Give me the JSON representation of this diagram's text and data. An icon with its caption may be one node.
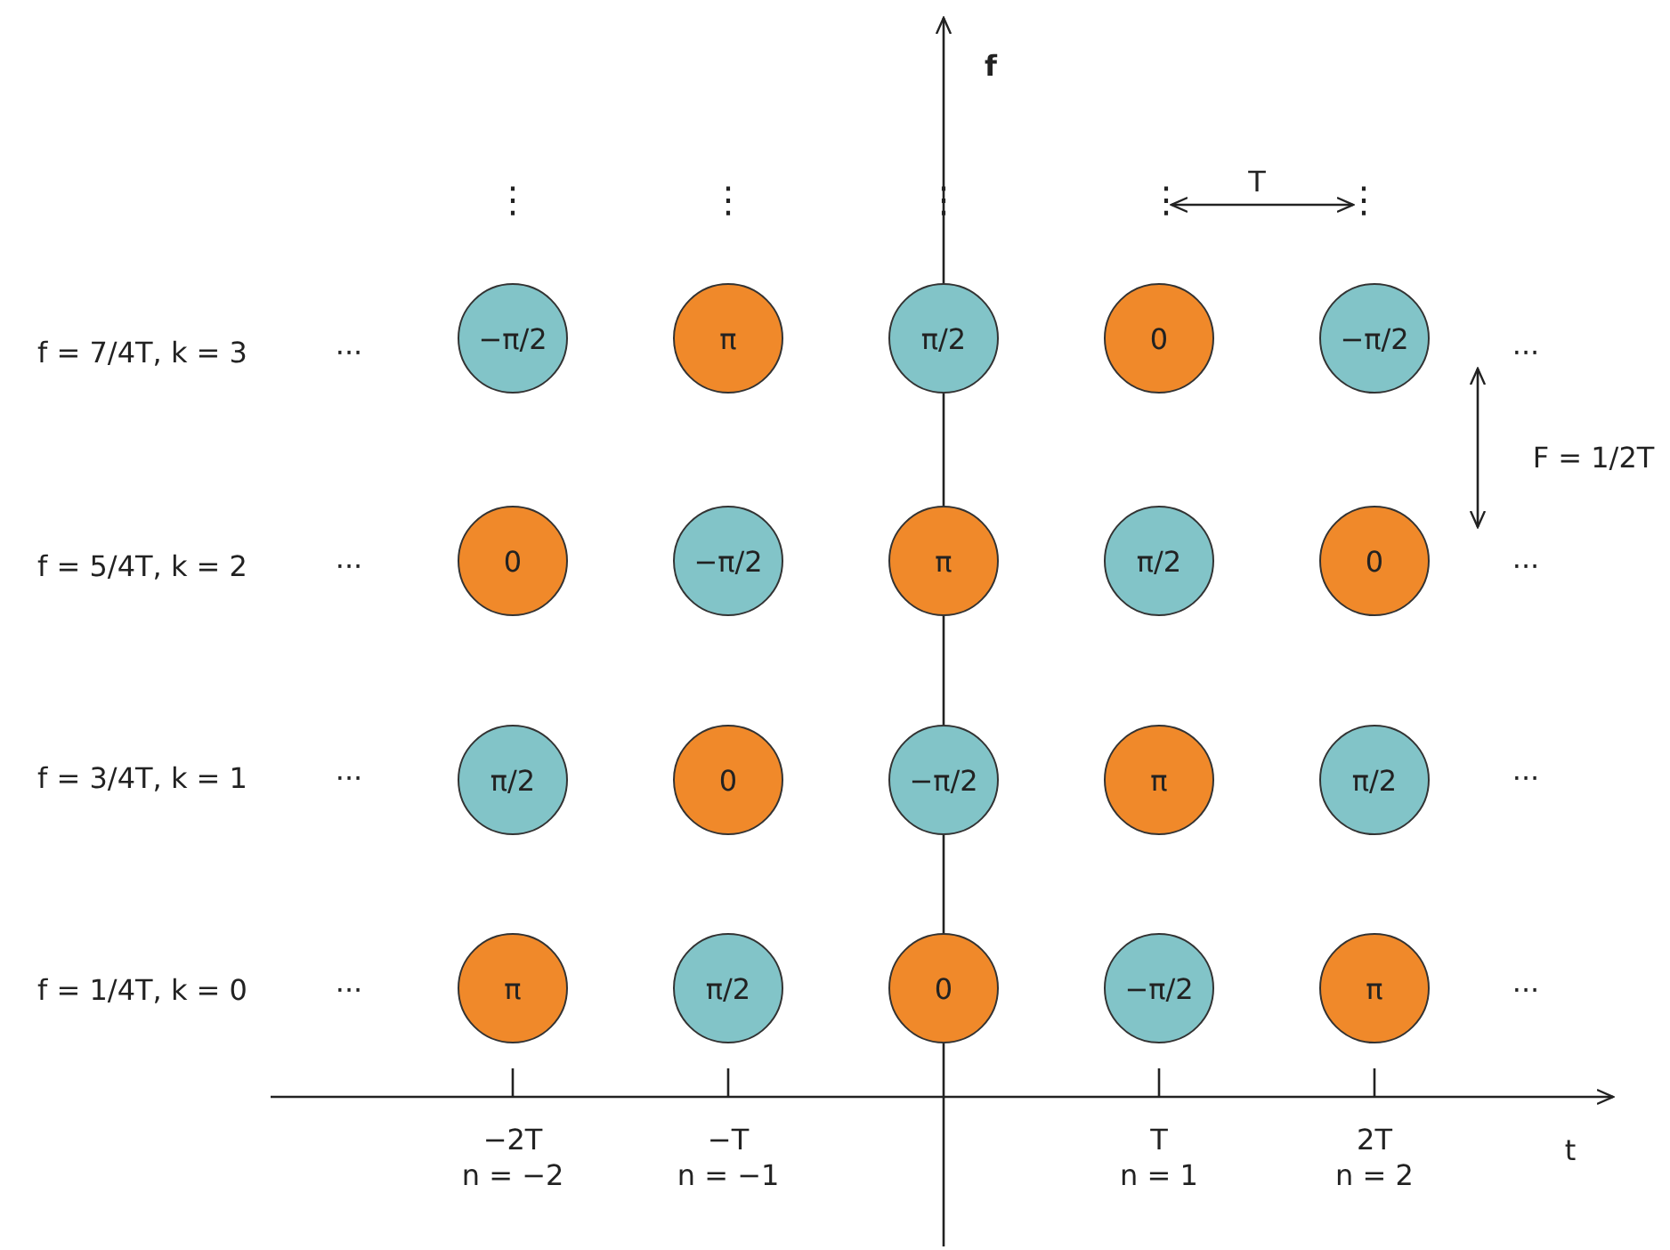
{
  "diagram": {
    "nodes": [
      {
        "text": [
          "−π/2"
        ]
      },
      {
        "text": [
          "π"
        ]
      },
      {
        "text": [
          "π/2"
        ]
      },
      {
        "text": [
          "0"
        ]
      },
      {
        "text": [
          "−π/2"
        ]
      },
      {
        "text": [
          "0"
        ]
      },
      {
        "text": [
          "−π/2"
        ]
      },
      {
        "text": [
          "π"
        ]
      },
      {
        "text": [
          "π/2"
        ]
      },
      {
        "text": [
          "0"
        ]
      },
      {
        "text": [
          "π/2"
        ]
      },
      {
        "text": [
          "0"
        ]
      },
      {
        "text": [
          "−π/2"
        ]
      },
      {
        "text": [
          "π"
        ]
      },
      {
        "text": [
          "π/2"
        ]
      },
      {
        "text": [
          "π"
        ]
      },
      {
        "text": [
          "π/2"
        ]
      },
      {
        "text": [
          "0"
        ]
      },
      {
        "text": [
          "−π/2"
        ]
      },
      {
        "text": [
          "π"
        ]
      }
    ],
    "edges": [],
    "labels": [
      "f",
      "⋮",
      "⋮",
      "⋮",
      "⋮",
      "⋮",
      "T",
      "f = 7/4T, k = 3",
      "···",
      "···",
      "F = 1/2T",
      "f = 5/4T, k = 2",
      "···",
      "···",
      "f = 3/4T, k = 1",
      "···",
      "···",
      "f = 1/4T, k = 0",
      "···",
      "···",
      "t",
      "−2T",
      "n = −2",
      "−T",
      "n = −1",
      "T",
      "n = 1",
      "2T",
      "n = 2"
    ]
  }
}
